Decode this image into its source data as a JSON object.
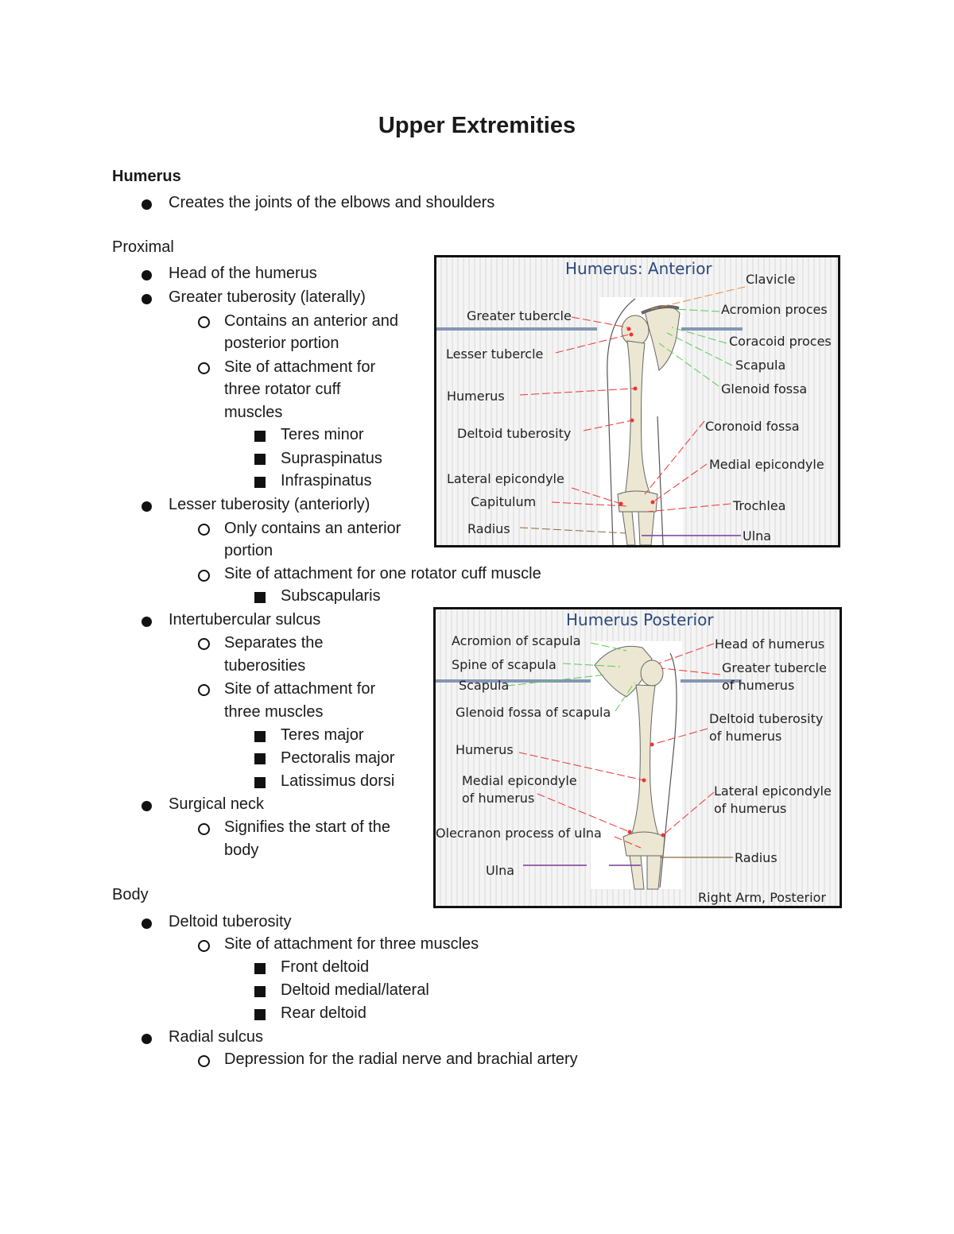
{
  "title": "Upper Extremities",
  "heading": "Humerus",
  "intro_bullet": "Creates the joints of the elbows and shoulders",
  "proximal": {
    "label": "Proximal",
    "head": "Head of the humerus",
    "greater_tuberosity": "Greater tuberosity (laterally)",
    "gt_sub1_line1": "Contains an anterior and",
    "gt_sub1_line2": "posterior portion",
    "gt_sub2_line1": "Site of attachment for",
    "gt_sub2_line2": "three rotator cuff",
    "gt_sub2_line3": "muscles",
    "gt_muscles": [
      "Teres minor",
      "Supraspinatus",
      "Infraspinatus"
    ],
    "lesser_tuberosity": "Lesser tuberosity (anteriorly)",
    "lt_sub1_line1": "Only contains an anterior",
    "lt_sub1_line2": "portion",
    "lt_sub2": "Site of attachment for one rotator cuff muscle",
    "lt_muscles": [
      "Subscapularis"
    ],
    "intertubercular": "Intertubercular sulcus",
    "it_sub1_line1": "Separates the",
    "it_sub1_line2": "tuberosities",
    "it_sub2_line1": "Site of attachment for",
    "it_sub2_line2": "three muscles",
    "it_muscles": [
      "Teres major",
      "Pectoralis major",
      "Latissimus dorsi"
    ],
    "surgical_neck": "Surgical neck",
    "sn_sub_line1": "Signifies the start of the",
    "sn_sub_line2": "body"
  },
  "body": {
    "label": "Body",
    "deltoid": "Deltoid tuberosity",
    "deltoid_sub": "Site of attachment for three muscles",
    "deltoid_muscles": [
      "Front deltoid",
      "Deltoid medial/lateral",
      "Rear deltoid"
    ],
    "radial": "Radial sulcus",
    "radial_sub": "Depression for the radial nerve and brachial artery"
  },
  "figure_anterior": {
    "title": "Humerus: Anterior",
    "labels": {
      "clavicle": "Clavicle",
      "acromion": "Acromion proces",
      "coracoid": "Coracoid proces",
      "scapula": "Scapula",
      "glenoid": "Glenoid fossa",
      "greater_tubercle": "Greater tubercle",
      "lesser_tubercle": "Lesser tubercle",
      "humerus": "Humerus",
      "deltoid_tuberosity": "Deltoid tuberosity",
      "coronoid_fossa": "Coronoid fossa",
      "medial_epicondyle": "Medial epicondyle",
      "lateral_epicondyle": "Lateral epicondyle",
      "capitulum": "Capitulum",
      "trochlea": "Trochlea",
      "radius": "Radius",
      "ulna": "Ulna"
    }
  },
  "figure_posterior": {
    "title": "Humerus Posterior",
    "caption": "Right Arm, Posterior",
    "labels": {
      "acromion": "Acromion of scapula",
      "spine": "Spine of scapula",
      "scapula": "Scapula",
      "glenoid": "Glenoid fossa of scapula",
      "humerus": "Humerus",
      "medial_epicondyle_1": "Medial epicondyle",
      "medial_epicondyle_2": "of humerus",
      "olecranon": "Olecranon process of ulna",
      "ulna": "Ulna",
      "head": "Head of humerus",
      "greater_tubercle_1": "Greater tubercle",
      "greater_tubercle_2": "of humerus",
      "deltoid_1": "Deltoid tuberosity",
      "deltoid_2": "of humerus",
      "lateral_1": "Lateral epicondyle",
      "lateral_2": "of humerus",
      "radius": "Radius"
    }
  }
}
